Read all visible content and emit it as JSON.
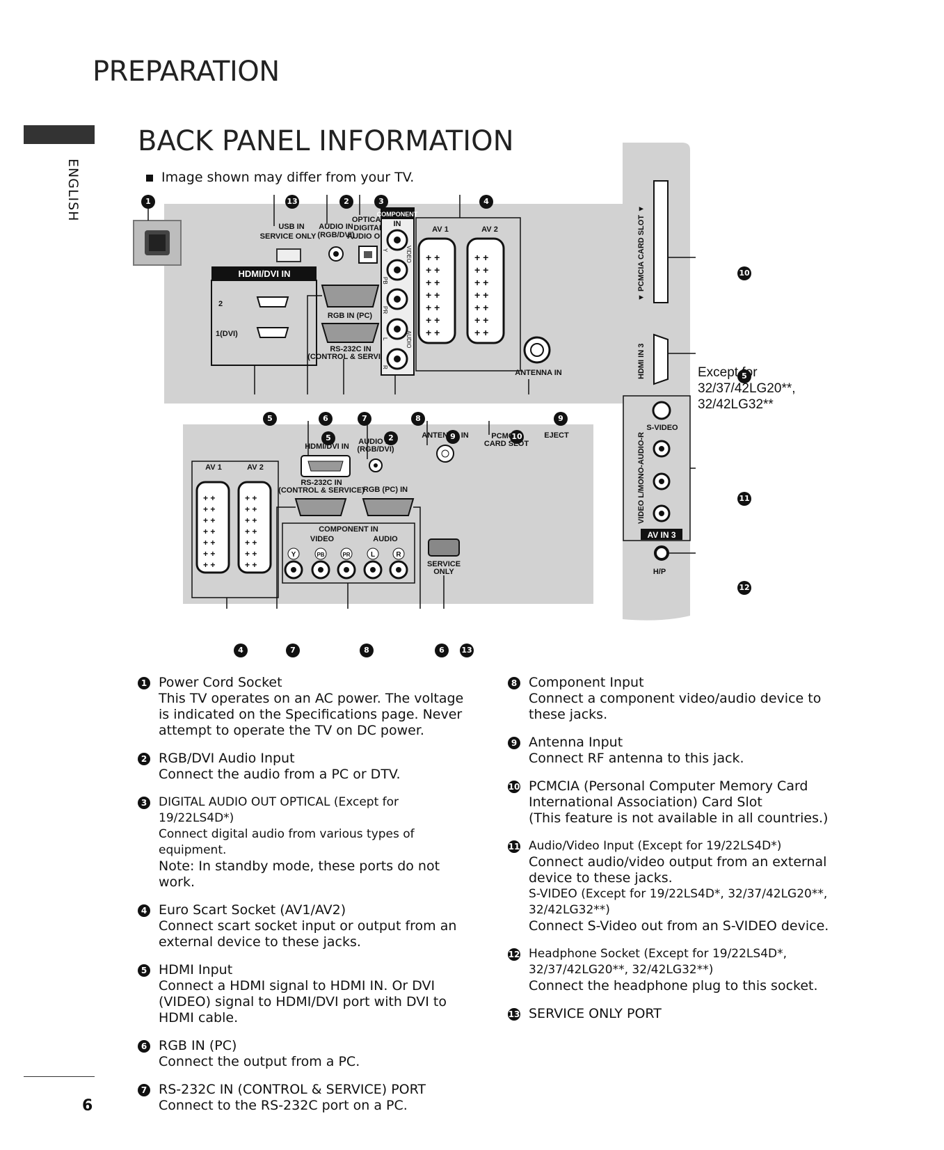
{
  "section_title": "PREPARATION",
  "side_label": "ENGLISH",
  "page_title": "BACK PANEL INFORMATION",
  "note": "Image shown may differ from your TV.",
  "page_number": "6",
  "panel_top": {
    "usb_label": "USB IN",
    "service_only": "SERVICE ONLY",
    "audio_in": "AUDIO IN",
    "audio_in_sub": "(RGB/DVI)",
    "optical": "OPTICAL",
    "digital": "DIGITAL",
    "audio_out": "AUDIO OUT",
    "component": "COMPONENT",
    "component_in": "IN",
    "hdmi_dvi_in": "HDMI/DVI IN",
    "hdmi_2": "2",
    "hdmi_1": "1(DVI)",
    "rgb_in": "RGB IN (PC)",
    "rs232": "RS-232C IN",
    "rs232_sub": "(CONTROL & SERVICE)",
    "av1": "AV 1",
    "av2": "AV 2",
    "antenna": "ANTENNA IN",
    "video": "VIDEO",
    "audio": "AUDIO",
    "y": "Y",
    "pb": "PB",
    "pr": "PR",
    "l": "L",
    "r": "R"
  },
  "panel_bottom": {
    "hdmi_dvi_in": "HDMI/DVI IN",
    "audio_in": "AUDIO IN",
    "audio_in_sub": "(RGB/DVI)",
    "antenna": "ANTENNA IN",
    "pcmcia": "PCMCIA",
    "card_slot": "CARD SLOT",
    "eject": "EJECT",
    "av1": "AV 1",
    "av2": "AV 2",
    "rs232": "RS-232C IN",
    "rs232_sub": "(CONTROL & SERVICE)",
    "rgb_pc_in": "RGB (PC) IN",
    "component_in": "COMPONENT IN",
    "video": "VIDEO",
    "audio": "AUDIO",
    "y": "Y",
    "pb": "PB",
    "pr": "PR",
    "l": "L",
    "r": "R",
    "service": "SERVICE",
    "only": "ONLY"
  },
  "side_panel": {
    "pcmcia_slot": "▼ PCMCIA CARD SLOT ▼",
    "hdmi_in_3": "HDMI IN 3",
    "except": "Except for",
    "except_models_1": "32/37/42LG20**,",
    "except_models_2": "32/42LG32**",
    "s_video": "S-VIDEO",
    "video_audio": "VIDEO L/MONO-AUDIO-R",
    "av_in_3": "AV IN 3",
    "hp": "H/P"
  },
  "callouts": {
    "n1": "1",
    "n2": "2",
    "n3": "3",
    "n4": "4",
    "n5": "5",
    "n6": "6",
    "n7": "7",
    "n8": "8",
    "n9": "9",
    "n10": "10",
    "n11": "11",
    "n12": "12",
    "n13": "13"
  },
  "items": [
    {
      "num": "1",
      "head": "Power Cord Socket",
      "body": [
        "This TV operates on an AC power. The voltage is indicated on the Specifications page. Never attempt to operate the TV on DC power."
      ]
    },
    {
      "num": "2",
      "head": "RGB/DVI Audio Input",
      "body": [
        "Connect the audio from a PC or DTV."
      ]
    },
    {
      "num": "3",
      "head": "DIGITAL AUDIO OUT OPTICAL (Except for 19/22LS4D*)",
      "body": [
        "Connect digital audio from various types of equipment.",
        "Note: In standby mode, these ports do not work."
      ]
    },
    {
      "num": "4",
      "head": "Euro Scart Socket (AV1/AV2)",
      "body": [
        "Connect scart socket input or output from an external device to these jacks."
      ]
    },
    {
      "num": "5",
      "head": "HDMI Input",
      "body": [
        "Connect a HDMI signal to HDMI IN. Or DVI (VIDEO) signal to HDMI/DVI port with DVI to HDMI cable."
      ]
    },
    {
      "num": "6",
      "head": "RGB IN (PC)",
      "body": [
        "Connect the output from a PC."
      ]
    },
    {
      "num": "7",
      "head": "RS-232C IN (CONTROL & SERVICE) PORT",
      "body": [
        "Connect to the RS-232C port on a PC."
      ]
    },
    {
      "num": "8",
      "head": "Component Input",
      "body": [
        "Connect a component video/audio device to these jacks."
      ]
    },
    {
      "num": "9",
      "head": "Antenna Input",
      "body": [
        "Connect RF antenna to this jack."
      ]
    },
    {
      "num": "10",
      "head": "PCMCIA (Personal Computer Memory Card International Association) Card Slot",
      "body": [
        "(This feature is not available in all countries.)"
      ]
    },
    {
      "num": "11",
      "head": "Audio/Video Input (Except for 19/22LS4D*)",
      "body": [
        "Connect audio/video output from an external device to these jacks.",
        "S-VIDEO (Except for 19/22LS4D*, 32/37/42LG20**, 32/42LG32**)",
        "Connect S-Video out from an S-VIDEO device."
      ]
    },
    {
      "num": "12",
      "head": "Headphone Socket (Except for 19/22LS4D*, 32/37/42LG20**, 32/42LG32**)",
      "body": [
        "Connect the headphone plug to this socket."
      ]
    },
    {
      "num": "13",
      "head": "SERVICE ONLY PORT",
      "body": []
    }
  ]
}
